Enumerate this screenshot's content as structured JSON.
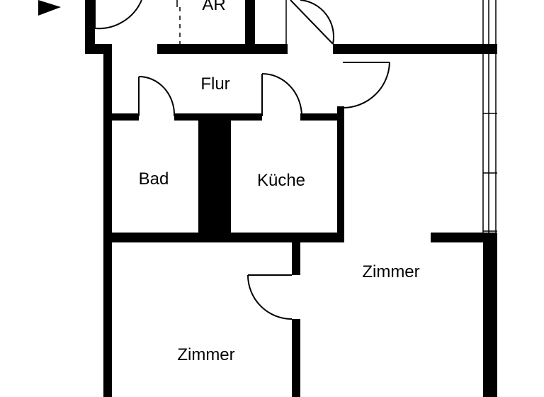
{
  "rooms": {
    "ar": "AR",
    "flur": "Flur",
    "bad": "Bad",
    "kueche": "Küche",
    "zimmer_right": "Zimmer",
    "zimmer_left": "Zimmer"
  },
  "colors": {
    "wall": "#000000",
    "background": "#ffffff"
  },
  "icons": {
    "entrance": "entrance-arrow-icon"
  }
}
